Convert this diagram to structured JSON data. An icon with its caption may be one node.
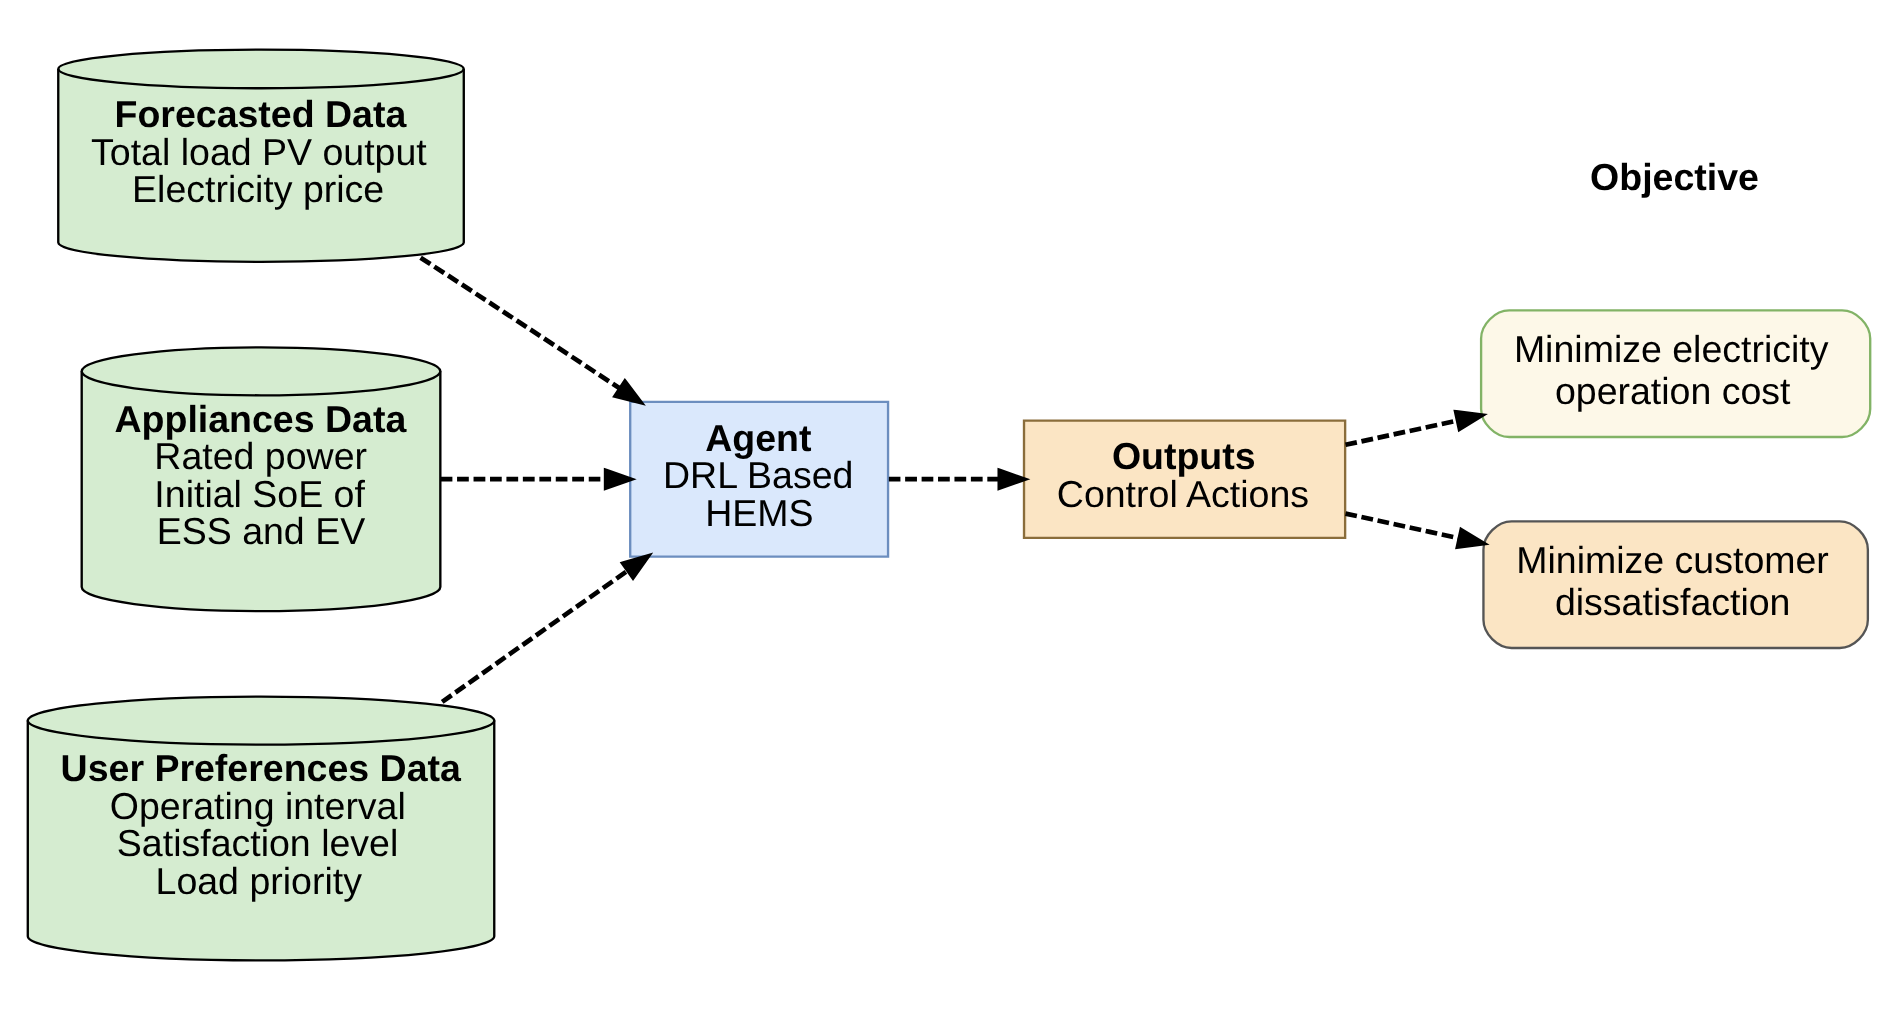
{
  "diagram": {
    "nodes": [
      {
        "text": [
          "Forecasted Data",
          "Total load PV output Electricity price"
        ]
      },
      {
        "text": [
          "Appliances Data",
          "Rated power Initial SoE of ESS and EV"
        ]
      },
      {
        "text": [
          "User Preferences Data",
          "Operating interval Satisfaction level Load priority"
        ]
      },
      {
        "text": [
          "Agent",
          "DRL Based HEMS"
        ]
      },
      {
        "text": [
          "Outputs",
          "Control Actions"
        ]
      },
      {
        "text": [
          "Minimize electricity operation cost"
        ]
      },
      {
        "text": [
          "Minimize customer dissatisfaction"
        ]
      }
    ],
    "edges": [
      {
        "from": 0,
        "to": 3,
        "arrow": "to",
        "style": "dashed"
      },
      {
        "from": 1,
        "to": 3,
        "arrow": "to",
        "style": "dashed"
      },
      {
        "from": 2,
        "to": 3,
        "arrow": "to",
        "style": "dashed"
      },
      {
        "from": 3,
        "to": 4,
        "arrow": "to",
        "style": "dashed"
      },
      {
        "from": 4,
        "to": 5,
        "arrow": "to",
        "style": "dashed"
      },
      {
        "from": 4,
        "to": 6,
        "arrow": "to",
        "style": "dashed"
      }
    ],
    "labels": [
      "Objective"
    ]
  }
}
